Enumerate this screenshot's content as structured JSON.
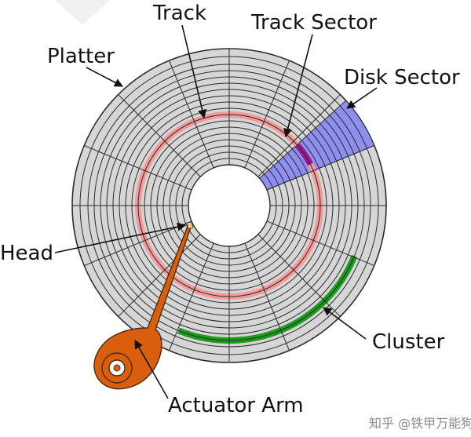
{
  "labels": {
    "track": "Track",
    "track_sector": "Track Sector",
    "platter": "Platter",
    "disk_sector": "Disk Sector",
    "head": "Head",
    "cluster": "Cluster",
    "actuator_arm": "Actuator Arm"
  },
  "watermark": "知乎 @铁甲万能狗",
  "colors": {
    "platter": "#d6d6d6",
    "track_highlight": "#f59a9a",
    "disk_sector": "#8f8ff2",
    "track_sector": "#9b178f",
    "cluster": "#1b9b1b",
    "actuator_arm": "#d95f0e",
    "line": "#2b2b2b"
  }
}
